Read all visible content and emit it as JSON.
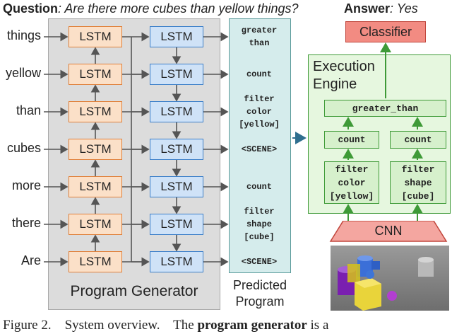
{
  "header": {
    "question_label": "Question",
    "question_text": ": Are there more cubes than yellow things?",
    "answer_label": "Answer",
    "answer_text": ": Yes"
  },
  "words": [
    "things",
    "yellow",
    "than",
    "cubes",
    "more",
    "there",
    "Are"
  ],
  "lstm_label": "LSTM",
  "program_generator_label": "Program Generator",
  "predicted_program": {
    "label_line1": "Predicted",
    "label_line2": "Program",
    "items": [
      [
        "greater",
        "than"
      ],
      [
        "count"
      ],
      [
        "filter",
        "color",
        "[yellow]"
      ],
      [
        "<SCENE>"
      ],
      [
        "count"
      ],
      [
        "filter",
        "shape",
        "[cube]"
      ],
      [
        "<SCENE>"
      ]
    ]
  },
  "execution_engine": {
    "title_line1": "Execution",
    "title_line2": "Engine",
    "classifier": "Classifier",
    "greater_than": "greater_than",
    "count_left": "count",
    "count_right": "count",
    "filter_left": [
      "filter",
      "color",
      "[yellow]"
    ],
    "filter_right": [
      "filter",
      "shape",
      "[cube]"
    ],
    "cnn": "CNN"
  },
  "caption": {
    "prefix": "Figure 2.    System overview.    The ",
    "bold": "program generator",
    "suffix": " is a"
  },
  "colors": {
    "orange": "#e0803a",
    "blue": "#3c7fc9",
    "green": "#3e9a37",
    "classifier": "#f28b82",
    "cnn": "#f4a6a0",
    "gray_panel": "#dcdcdc",
    "program_panel": "#d5ecec"
  }
}
